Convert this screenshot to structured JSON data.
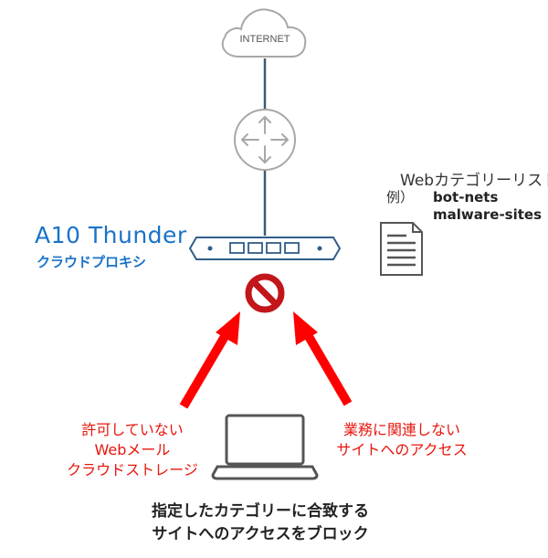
{
  "cloud": {
    "label": "INTERNET"
  },
  "device": {
    "name": "A10 Thunder",
    "subtitle": "クラウドプロキシ"
  },
  "category_list": {
    "title": "Webカテゴリーリスト",
    "example_label": "例）",
    "items": [
      "bot-nets",
      "malware-sites"
    ]
  },
  "blocked_left": [
    "許可していない",
    "Webメール",
    "クラウドストレージ"
  ],
  "blocked_right": [
    "業務に関連しない",
    "サイトへのアクセス"
  ],
  "caption": [
    "指定したカテゴリーに合致する",
    "サイトへのアクセスをブロック"
  ],
  "colors": {
    "accent": "#1a73c8",
    "arrow": "#ff0000",
    "block": "#c2161b",
    "line": "#3d5a73"
  },
  "icons": [
    "cloud-icon",
    "router-icon",
    "thunder-device-icon",
    "block-icon",
    "document-icon",
    "laptop-icon"
  ]
}
